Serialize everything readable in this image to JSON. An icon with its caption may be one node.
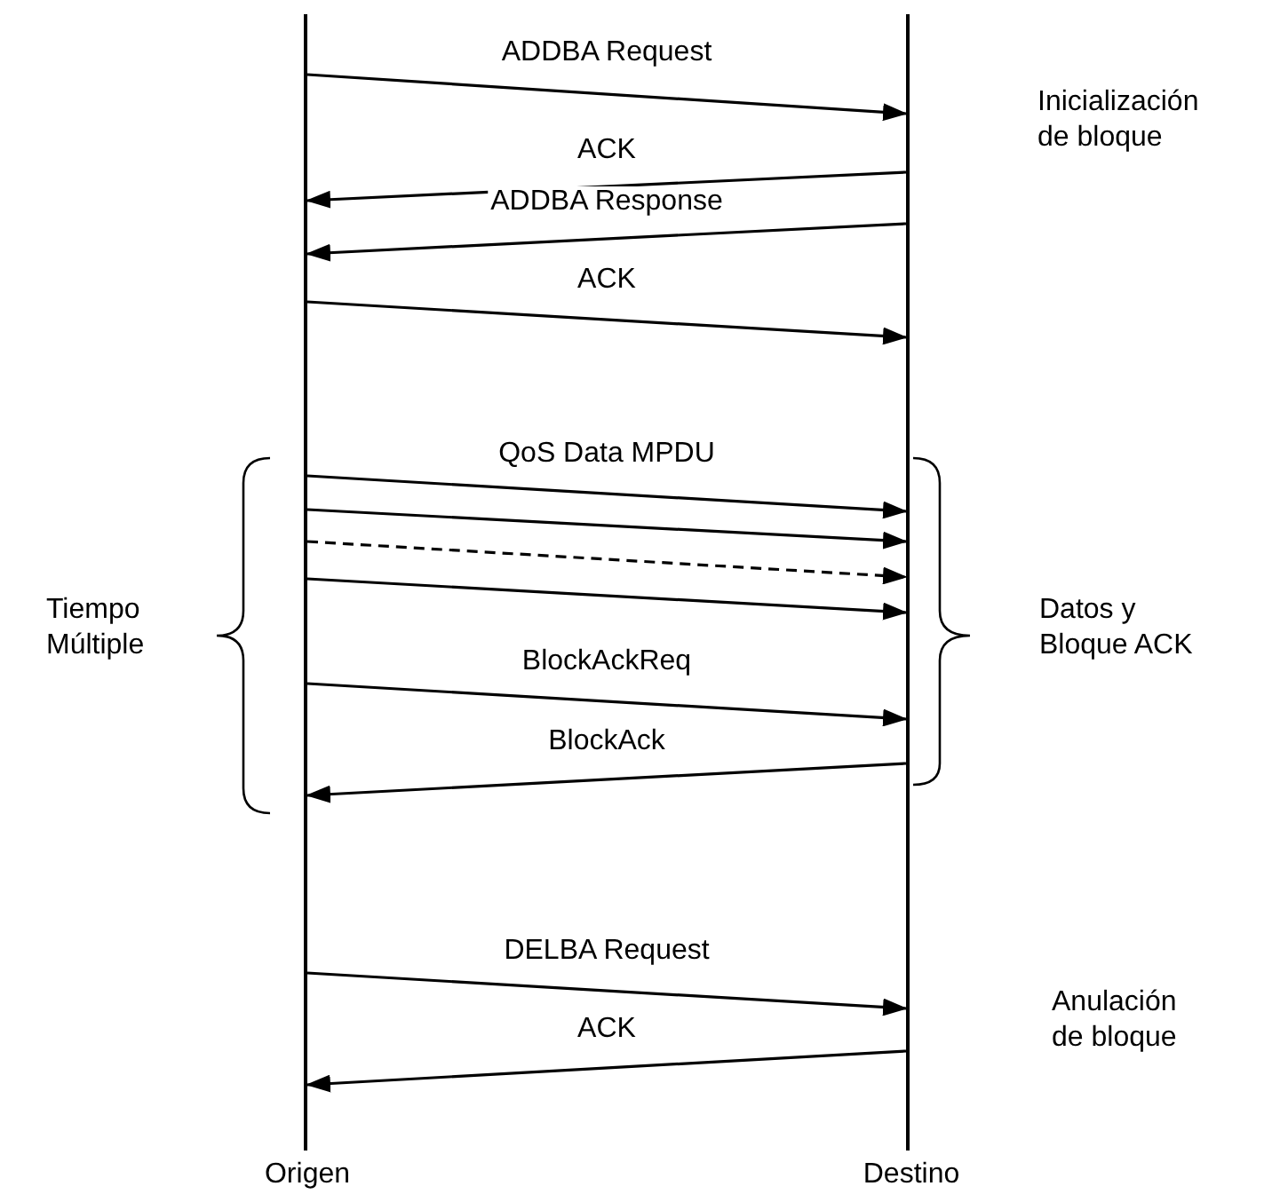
{
  "diagram": {
    "nodes": [
      {
        "text": [
          "Origen"
        ]
      },
      {
        "text": [
          "Destino"
        ]
      }
    ],
    "edges": [
      {
        "from": 0,
        "to": 1,
        "arrow": "to",
        "label": "ADDBA Request"
      },
      {
        "from": 1,
        "to": 0,
        "arrow": "to",
        "label": "ACK"
      },
      {
        "from": 1,
        "to": 0,
        "arrow": "to",
        "label": "ADDBA Response"
      },
      {
        "from": 0,
        "to": 1,
        "arrow": "to",
        "label": "ACK"
      },
      {
        "from": 0,
        "to": 1,
        "arrow": "to",
        "label": "QoS Data MPDU"
      },
      {
        "from": 0,
        "to": 1,
        "arrow": "to"
      },
      {
        "from": 0,
        "to": 1,
        "arrow": "to",
        "style": "dashed"
      },
      {
        "from": 0,
        "to": 1,
        "arrow": "to"
      },
      {
        "from": 0,
        "to": 1,
        "arrow": "to",
        "label": "BlockAckReq"
      },
      {
        "from": 1,
        "to": 0,
        "arrow": "to",
        "label": "BlockAck"
      },
      {
        "from": 0,
        "to": 1,
        "arrow": "to",
        "label": "DELBA Request"
      },
      {
        "from": 1,
        "to": 0,
        "arrow": "to",
        "label": "ACK"
      }
    ],
    "labels": [
      "Inicialización de bloque",
      "Tiempo Múltiple",
      "Datos y Bloque ACK",
      "Anulación de bloque"
    ]
  }
}
